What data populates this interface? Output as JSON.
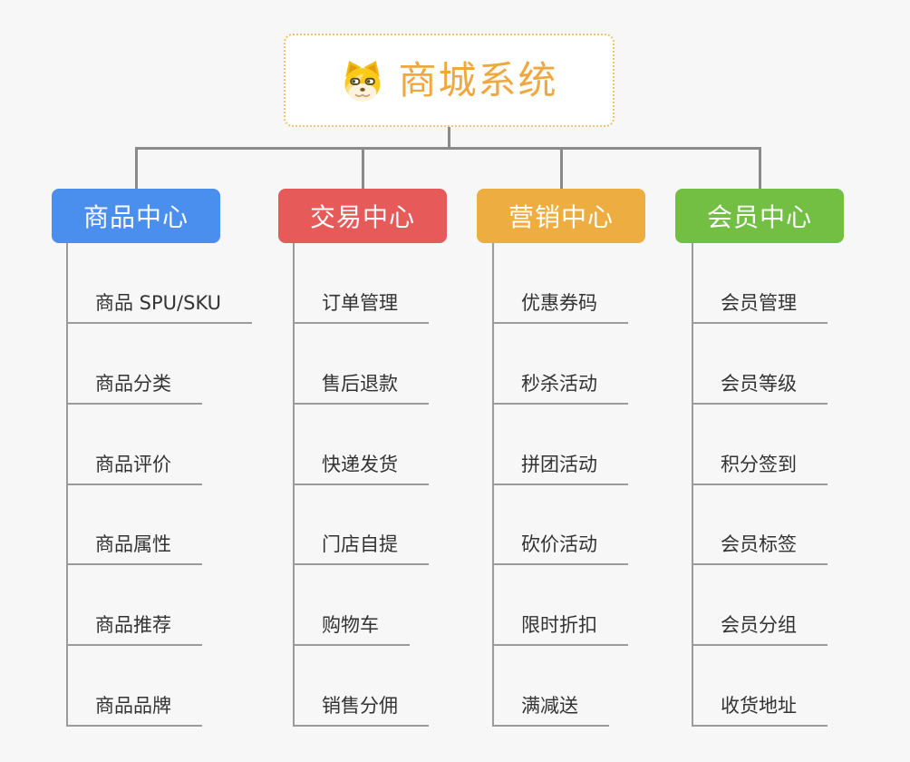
{
  "page": {
    "background_color": "#f7f7f7"
  },
  "root": {
    "title": "商城系统",
    "icon": "doge-dog-icon",
    "text_color": "#efa83e",
    "border_color": "#f2c36f",
    "background_color": "#ffffff"
  },
  "connectors": {
    "tree_line_color": "#8a8a8a",
    "leaf_line_color": "#9b9b9b"
  },
  "branches": [
    {
      "label": "商品中心",
      "color": "#4a8fee",
      "children": [
        "商品 SPU/SKU",
        "商品分类",
        "商品评价",
        "商品属性",
        "商品推荐",
        "商品品牌"
      ]
    },
    {
      "label": "交易中心",
      "color": "#e65a5a",
      "children": [
        "订单管理",
        "售后退款",
        "快递发货",
        "门店自提",
        "购物车",
        "销售分佣"
      ]
    },
    {
      "label": "营销中心",
      "color": "#edad40",
      "children": [
        "优惠券码",
        "秒杀活动",
        "拼团活动",
        "砍价活动",
        "限时折扣",
        "满减送"
      ]
    },
    {
      "label": "会员中心",
      "color": "#72bf43",
      "children": [
        "会员管理",
        "会员等级",
        "积分签到",
        "会员标签",
        "会员分组",
        "收货地址"
      ]
    }
  ]
}
